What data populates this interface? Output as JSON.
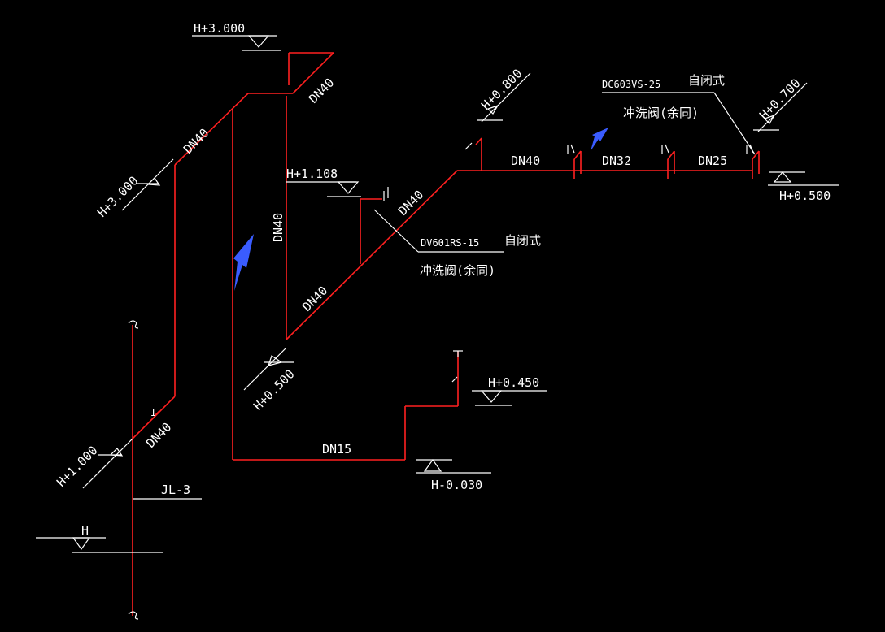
{
  "colors": {
    "background": "#000000",
    "pipe": "#ff2020",
    "annotation": "#ffffff",
    "arrow": "#3a5cff"
  },
  "elevations": {
    "h_3000_top": "H+3.000",
    "h_3000_left": "H+3.000",
    "h_1108": "H+1.108",
    "h_0500_bottom": "H+0.500",
    "h_1000": "H+1.000",
    "h_base": "H",
    "h_0800": "H+0.800",
    "h_0700": "H+0.700",
    "h_0500_right": "H+0.500",
    "h_0450": "H+0.450",
    "h_neg0030": "H-0.030"
  },
  "pipe_sizes": {
    "dn40_top": "DN40",
    "dn40_diag_upper": "DN40",
    "dn40_vertical": "DN40",
    "dn40_diag_lower": "DN40",
    "dn40_diag_mid": "DN40",
    "dn40_horizontal": "DN40",
    "dn32": "DN32",
    "dn25": "DN25",
    "dn15": "DN15",
    "dn40_riser": "DN40"
  },
  "riser_label": "JL-3",
  "valves": {
    "mid_model": "DV601RS-15",
    "mid_type": "自闭式",
    "mid_desc": "冲洗阀(余同)",
    "right_model": "DC603VS-25",
    "right_type": "自闭式",
    "right_desc": "冲洗阀(余同)"
  }
}
